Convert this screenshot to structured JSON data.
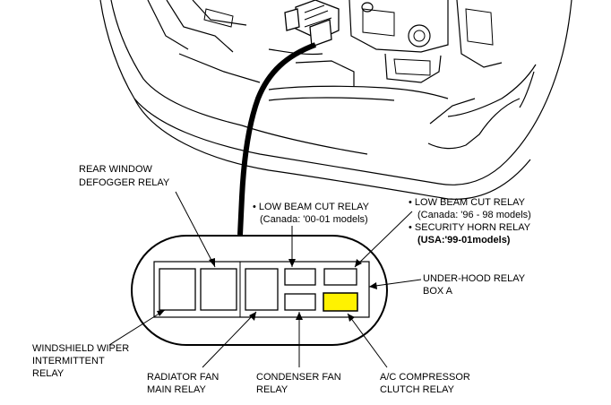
{
  "labels": {
    "rear_window_defogger_l1": "REAR WINDOW",
    "rear_window_defogger_l2": "DEFOGGER RELAY",
    "low_beam_cut_canada_00_l1": "• LOW BEAM CUT RELAY",
    "low_beam_cut_canada_00_l2": "(Canada: '00-01 models)",
    "low_beam_cut_canada_96_l1": "• LOW BEAM CUT RELAY",
    "low_beam_cut_canada_96_l2": "(Canada:  '96 - 98 models)",
    "security_horn_l1": "• SECURITY HORN RELAY",
    "security_horn_l2": "(USA:'99-01models)",
    "under_hood_box_l1": "UNDER-HOOD RELAY",
    "under_hood_box_l2": "BOX A",
    "windshield_wiper_l1": "WINDSHIELD  WIPER",
    "windshield_wiper_l2": "INTERMITTENT",
    "windshield_wiper_l3": "RELAY",
    "radiator_fan_l1": "RADIATOR FAN",
    "radiator_fan_l2": "MAIN RELAY",
    "condenser_fan_l1": "CONDENSER  FAN",
    "condenser_fan_l2": "RELAY",
    "ac_compressor_l1": "A/C COMPRESSOR",
    "ac_compressor_l2": "CLUTCH RELAY"
  },
  "colors": {
    "highlight": "#fff200",
    "line": "#000000",
    "background": "#ffffff"
  }
}
